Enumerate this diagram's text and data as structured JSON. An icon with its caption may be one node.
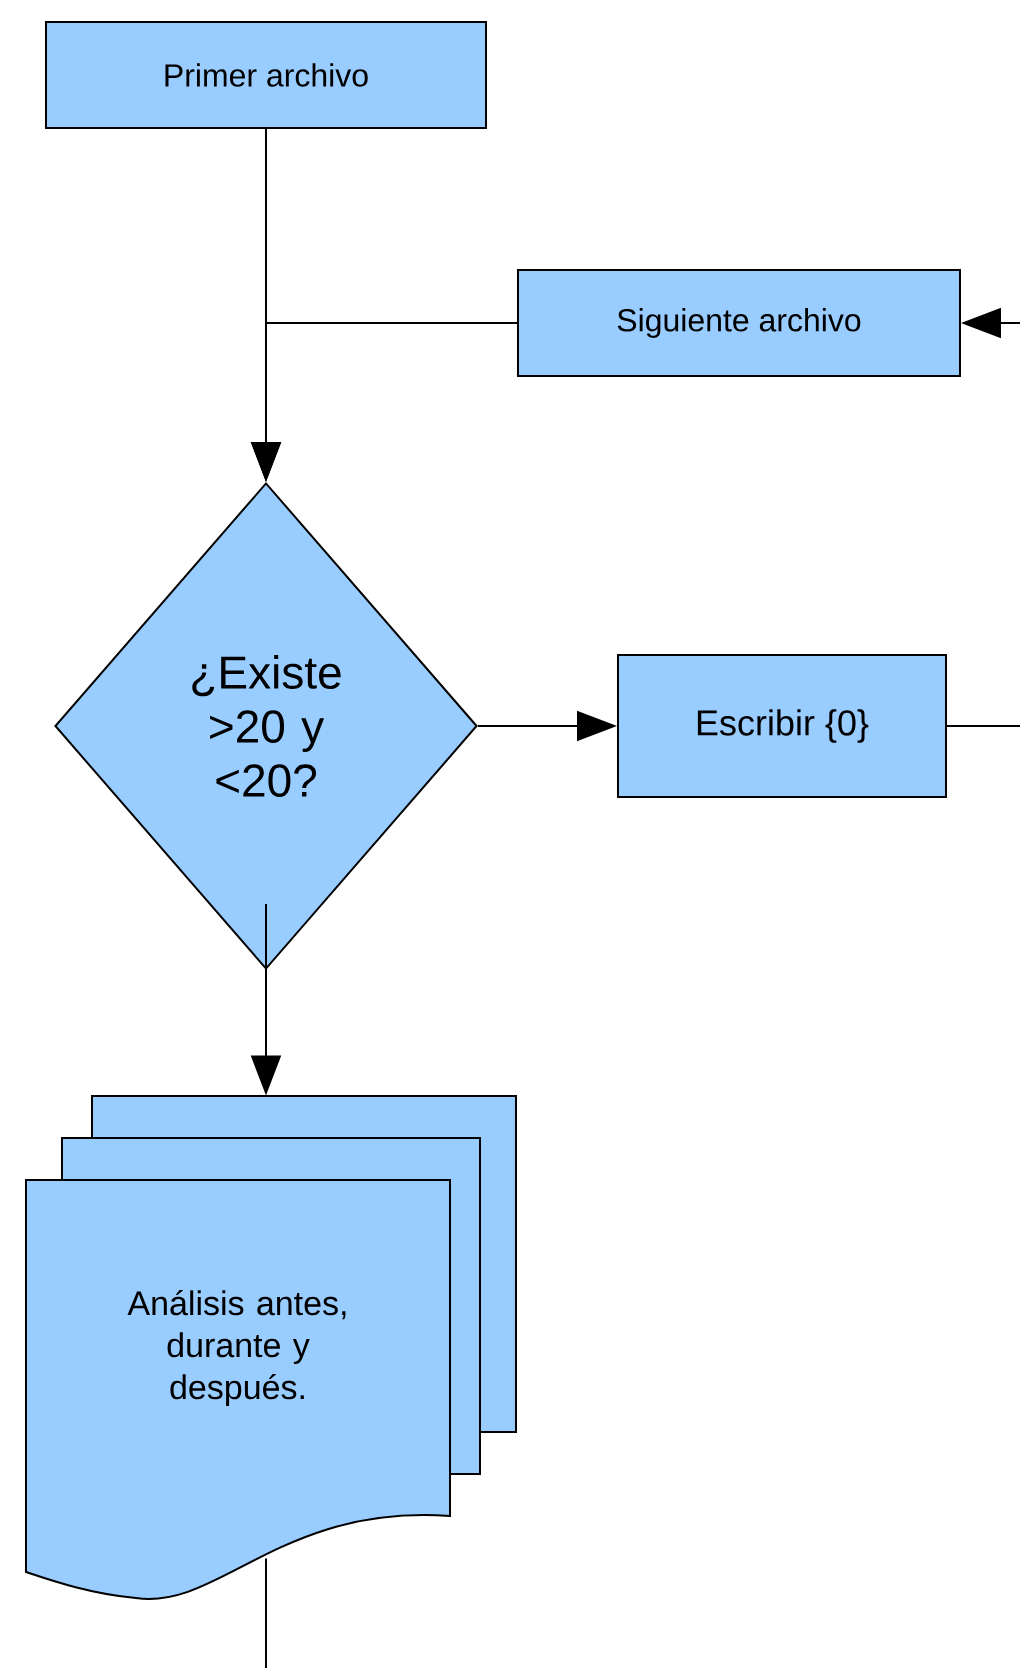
{
  "diagram": {
    "nodes": [
      {
        "text": [
          "Primer archivo"
        ]
      },
      {
        "text": [
          "Siguiente archivo"
        ]
      },
      {
        "text": [
          "¿Existe >20 y <20?"
        ]
      },
      {
        "text": [
          "Escribir {0}"
        ]
      },
      {
        "text": [
          "Análisis antes, durante y después."
        ]
      }
    ],
    "edges": [
      {
        "from": 0,
        "to": 2,
        "arrow": "to"
      },
      {
        "from": 1,
        "to": 2,
        "arrow": "to"
      },
      {
        "from": null,
        "to": 1,
        "arrow": "to"
      },
      {
        "from": 2,
        "to": 3,
        "arrow": "to"
      },
      {
        "from": 3,
        "to": null,
        "arrow": "none"
      },
      {
        "from": 2,
        "to": 4,
        "arrow": "to"
      },
      {
        "from": 4,
        "to": null,
        "arrow": "none"
      }
    ]
  }
}
